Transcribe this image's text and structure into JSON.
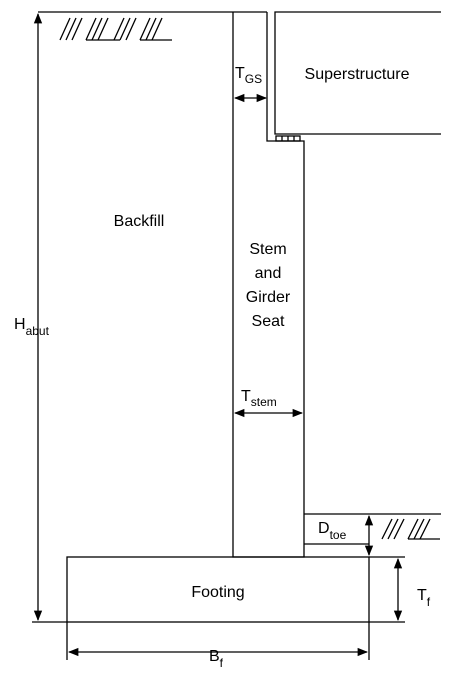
{
  "diagram": {
    "labels": {
      "backfill": "Backfill",
      "superstructure": "Superstructure",
      "stem_line1": "Stem",
      "stem_line2": "and",
      "stem_line3": "Girder",
      "stem_line4": "Seat",
      "footing": "Footing"
    },
    "dimensions": {
      "h_abut": {
        "main": "H",
        "sub": "abut"
      },
      "t_gs": {
        "main": "T",
        "sub": "GS"
      },
      "t_stem": {
        "main": "T",
        "sub": "stem"
      },
      "d_toe": {
        "main": "D",
        "sub": "toe"
      },
      "t_f": {
        "main": "T",
        "sub": "f"
      },
      "b_f": {
        "main": "B",
        "sub": "f"
      }
    },
    "colors": {
      "line": "#000000",
      "background": "#ffffff"
    }
  }
}
